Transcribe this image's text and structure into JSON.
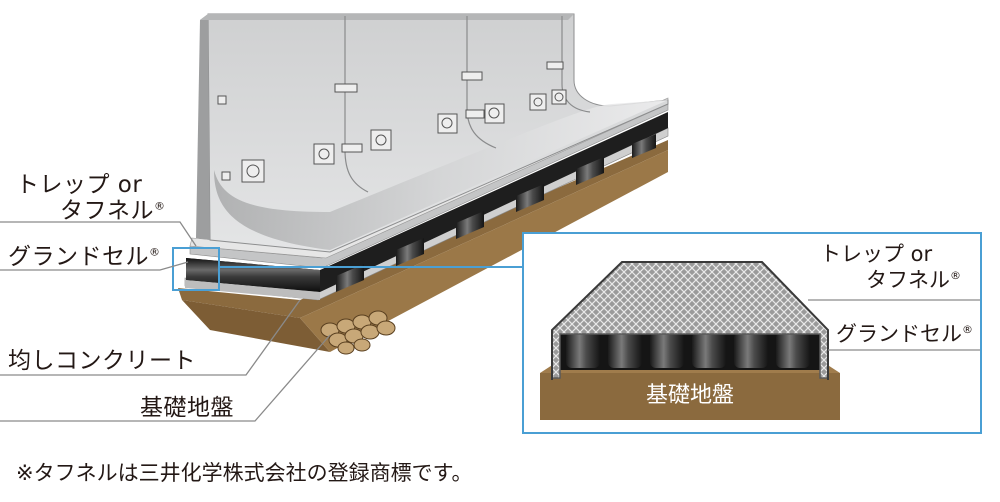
{
  "left_labels": {
    "trap_or": "トレップ or",
    "tafuneru": "タフネル",
    "grandcell": "グランドセル",
    "leveling_concrete": "均しコンクリート",
    "foundation_ground": "基礎地盤"
  },
  "inset_labels": {
    "trap_or": "トレップ or",
    "tafuneru": "タフネル",
    "grandcell": "グランドセル",
    "foundation_ground": "基礎地盤"
  },
  "registered_mark": "®",
  "footnote": "※タフネルは三井化学株式会社の登録商標です。",
  "colors": {
    "wall": "#d9dadb",
    "wall_shade": "#b9babb",
    "cell_dark": "#2a2a2a",
    "soil": "#8b6a3e",
    "soil_dark": "#6e5130",
    "callout": "#4a9fd4",
    "leader": "#7a7a7a"
  }
}
